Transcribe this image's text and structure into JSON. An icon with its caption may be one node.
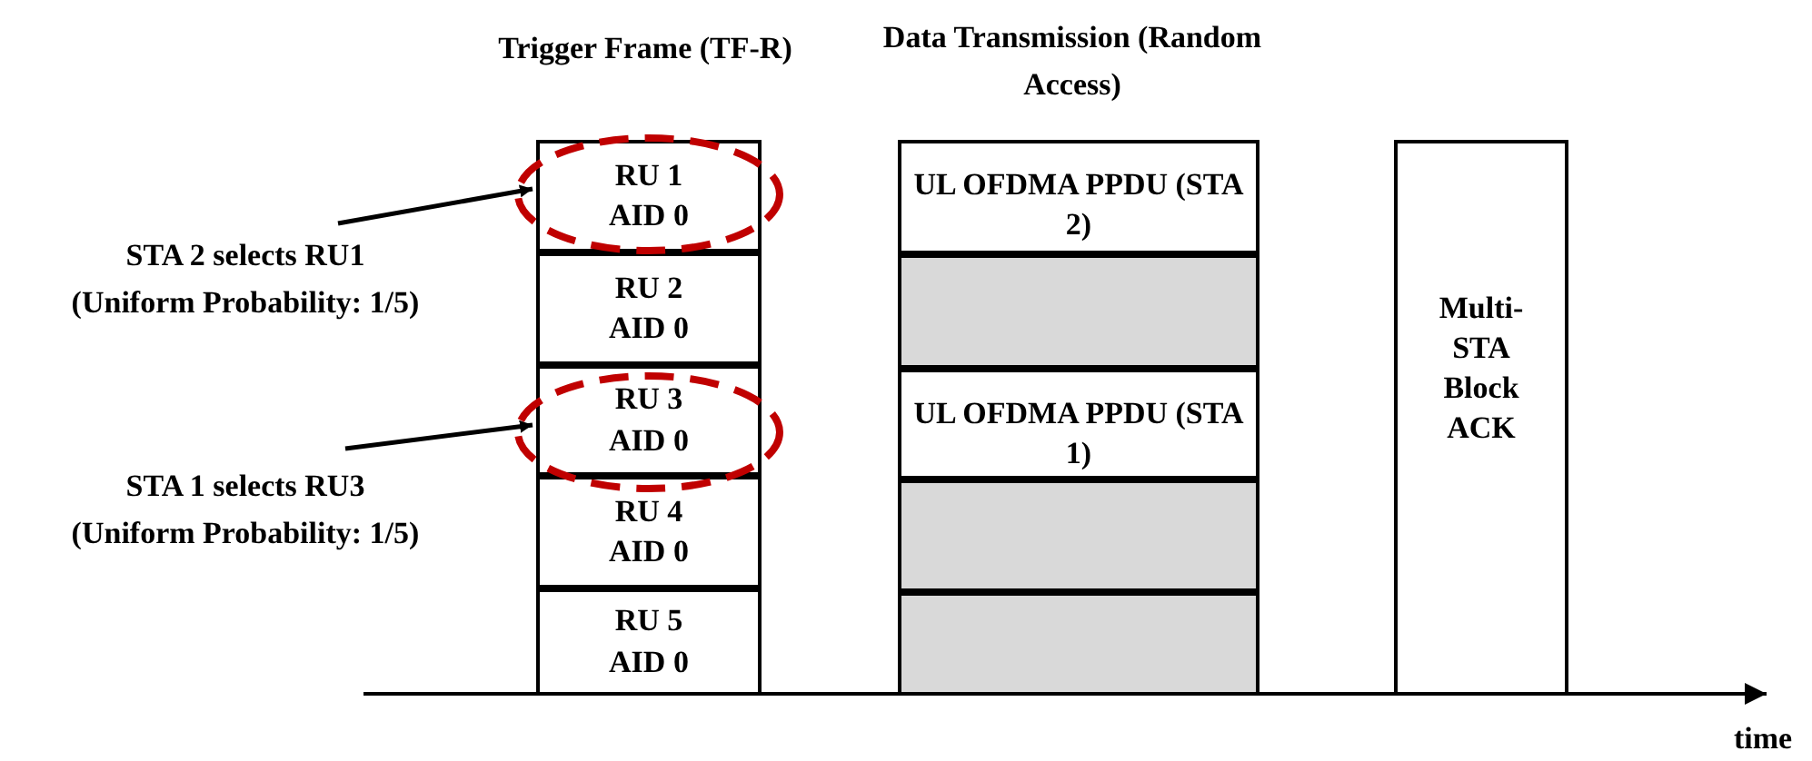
{
  "diagram": {
    "nodes": [
      {
        "text": [
          "RU 1",
          "AID 0"
        ]
      },
      {
        "text": [
          "RU 2",
          "AID 0"
        ]
      },
      {
        "text": [
          "RU 3",
          "AID 0"
        ]
      },
      {
        "text": [
          "RU 4",
          "AID 0"
        ]
      },
      {
        "text": [
          "RU 5",
          "AID 0"
        ]
      },
      {
        "text": [
          "STA 2 selects RU1",
          "(Uniform Probability: 1/5)"
        ]
      },
      {
        "text": [
          "STA 1 selects RU3",
          "(Uniform Probability: 1/5)"
        ]
      },
      {
        "text": [
          "UL OFDMA PPDU (STA 2)"
        ]
      },
      {
        "text": [],
        "shape": "box"
      },
      {
        "text": [
          "UL OFDMA PPDU (STA 1)"
        ]
      },
      {
        "text": [],
        "shape": "box"
      },
      {
        "text": [],
        "shape": "box"
      },
      {
        "text": [
          "Multi-STA Block ACK"
        ]
      }
    ],
    "edges": [
      {
        "from": 5,
        "to": 0,
        "arrow": "to"
      },
      {
        "from": 6,
        "to": 2,
        "arrow": "to"
      }
    ],
    "labels": [
      "Trigger Frame (TF-R)",
      "Data Transmission (Random Access)",
      "time"
    ]
  }
}
